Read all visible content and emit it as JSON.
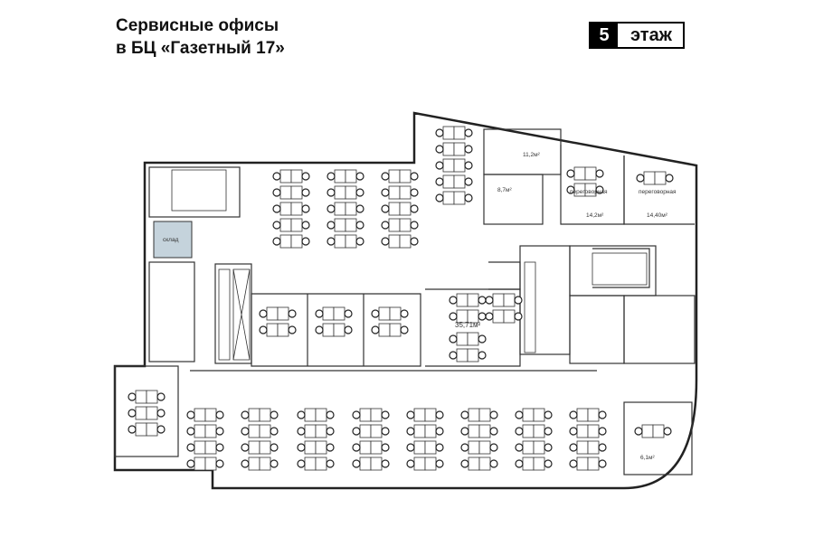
{
  "header": {
    "title_line1": "Сервисные офисы",
    "title_line2": "в БЦ «Газетный 17»",
    "floor_number": "5",
    "floor_word": "этаж"
  },
  "plan": {
    "rooms": {
      "storage": "склад",
      "office_a_area": "11,2м²",
      "office_b_area": "8,7м²",
      "meeting_1_label": "переговорная",
      "meeting_1_area": "14,2м²",
      "meeting_2_label": "переговорная",
      "meeting_2_area": "14,40м²",
      "kitchen_area": "35,71м²",
      "corner_office_area": "6,1м²"
    },
    "colors": {
      "wall": "#222222",
      "storage_fill": "#c5d3dc"
    }
  }
}
